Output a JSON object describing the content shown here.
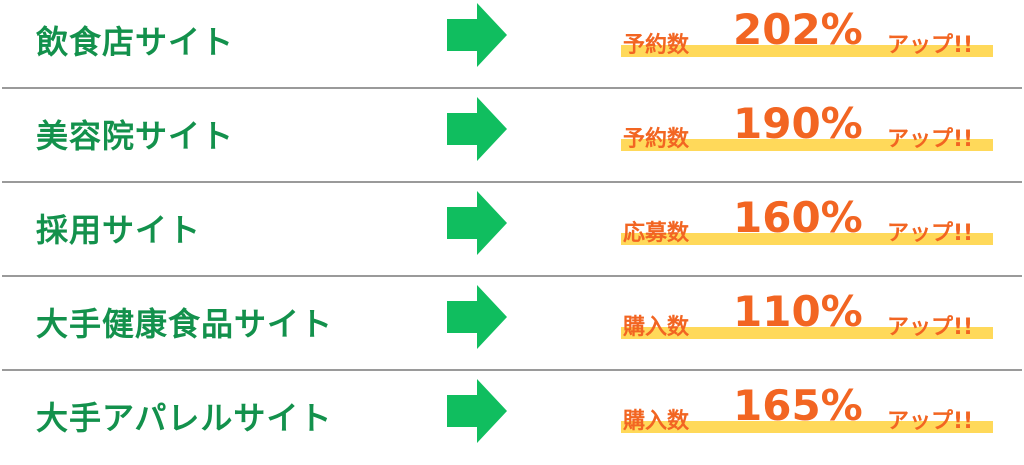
{
  "colors": {
    "label": "#13914c",
    "arrow": "#10be5f",
    "accent": "#f26522",
    "highlight": "#ffd95a"
  },
  "rows": [
    {
      "site": "飲食店サイト",
      "metric": "予約数",
      "percent": "202%",
      "suffix": "アップ!!"
    },
    {
      "site": "美容院サイト",
      "metric": "予約数",
      "percent": "190%",
      "suffix": "アップ!!"
    },
    {
      "site": "採用サイト",
      "metric": "応募数",
      "percent": "160%",
      "suffix": "アップ!!"
    },
    {
      "site": "大手健康食品サイト",
      "metric": "購入数",
      "percent": "110%",
      "suffix": "アップ!!"
    },
    {
      "site": "大手アパレルサイト",
      "metric": "購入数",
      "percent": "165%",
      "suffix": "アップ!!"
    }
  ]
}
